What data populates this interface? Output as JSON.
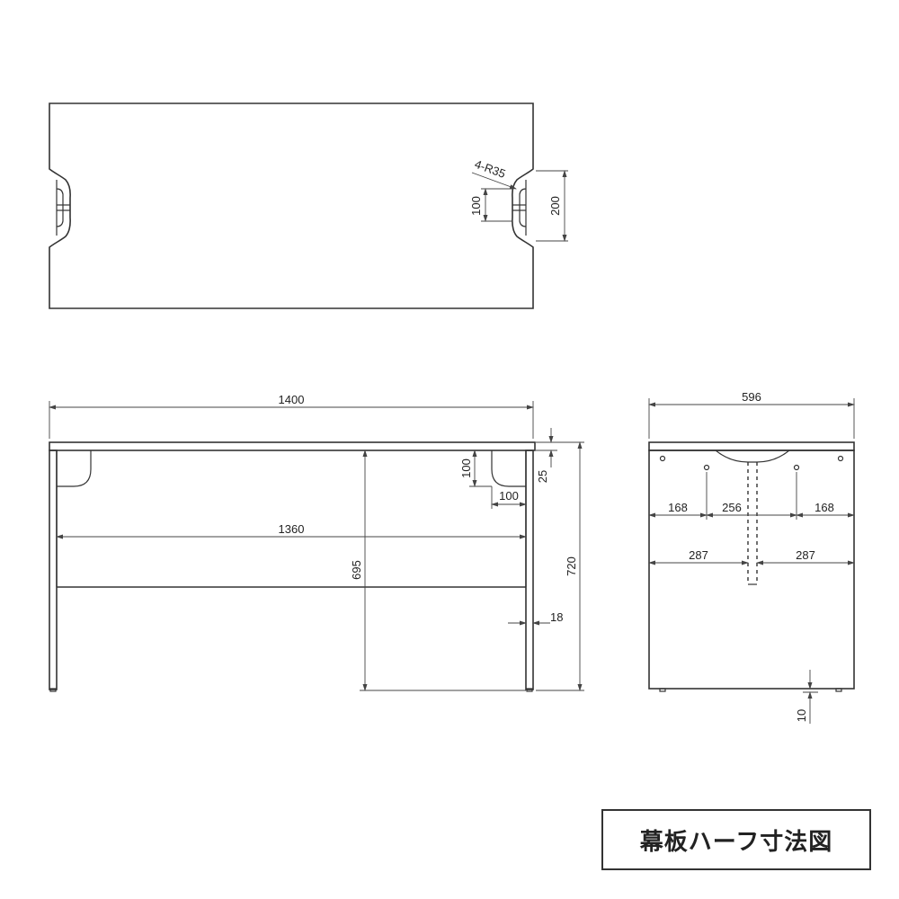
{
  "title": "幕板ハーフ寸法図",
  "top_view": {
    "radius_label": "4-R35",
    "notch_depth": "100",
    "notch_width": "200"
  },
  "front_view": {
    "overall_width": "1400",
    "inner_width": "1360",
    "leg_height": "695",
    "total_height": "720",
    "top_thickness": "25",
    "cutout_height": "100",
    "cutout_width": "100",
    "leg_thickness": "18"
  },
  "side_view": {
    "depth": "596",
    "hole_spacing_left": "168",
    "hole_spacing_center": "256",
    "hole_spacing_right": "168",
    "half_left": "287",
    "half_right": "287",
    "foot_height": "10"
  }
}
